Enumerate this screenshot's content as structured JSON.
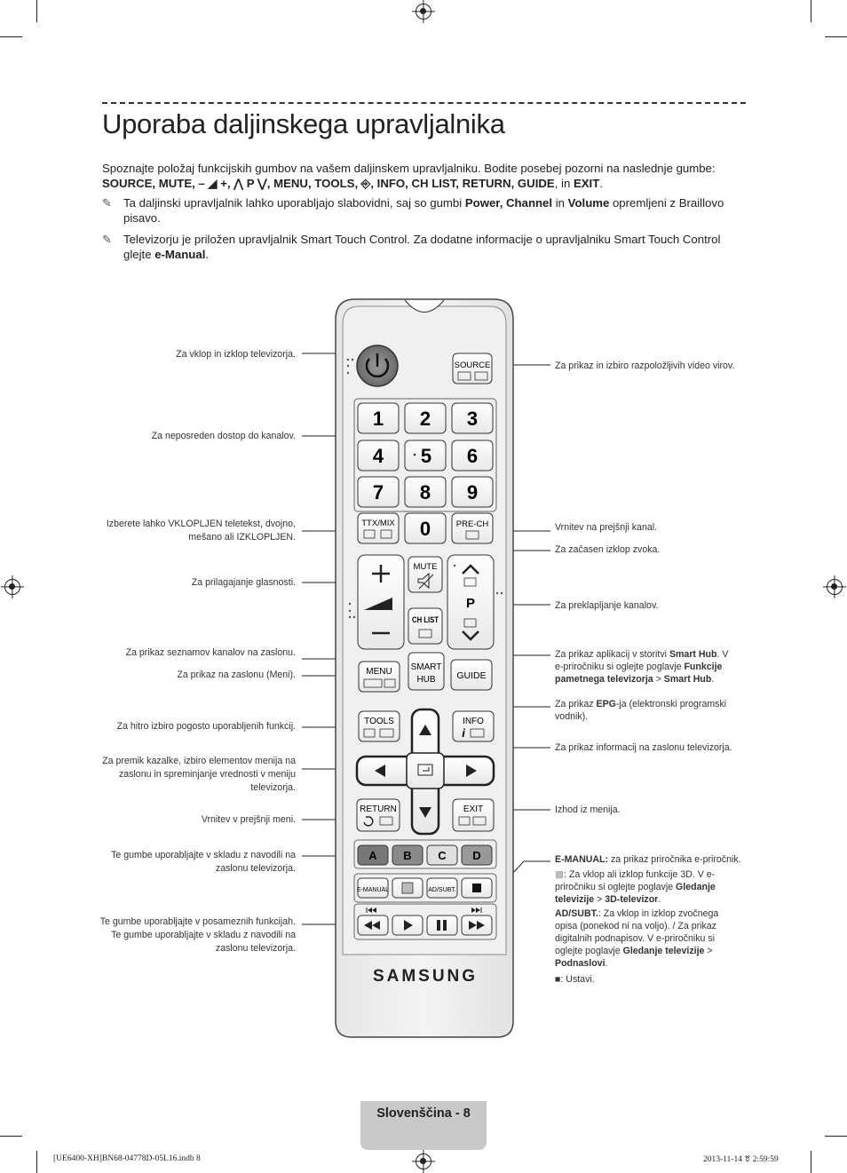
{
  "page": {
    "title": "Uporaba daljinskega upravljalnika",
    "intro": "Spoznajte položaj funkcijskih gumbov na vašem daljinskem upravljalniku. Bodite posebej pozorni na naslednje gumbe:",
    "intro_buttons": "SOURCE, MUTE, – ◢ +, ⋀ P ⋁, MENU, TOOLS, ⎆, INFO, CH LIST, RETURN, GUIDE",
    "intro_and": "in",
    "intro_exit": "EXIT",
    "notes": [
      {
        "a": "Ta daljinski upravljalnik lahko uporabljajo slabovidni, saj so gumbi ",
        "b": "Power, Channel",
        "c": " in ",
        "d": "Volume",
        "e": " opremljeni z Braillovo pisavo."
      },
      {
        "a": "Televizorju je priložen upravljalnik Smart Touch Control. Za dodatne informacije o upravljalniku Smart Touch Control glejte ",
        "b": "e-Manual",
        "c": "."
      }
    ]
  },
  "labels_left": [
    "Za vklop in izklop televizorja.",
    "Za neposreden dostop do kanalov.",
    "Izberete lahko VKLOPLJEN teletekst, dvojno, mešano ali IZKLOPLJEN.",
    "Za prilagajanje glasnosti.",
    "Za prikaz seznamov kanalov na zaslonu.",
    "Za prikaz na zaslonu (Meni).",
    "Za hitro izbiro pogosto uporabljenih funkcij.",
    "Za premik kazalke, izbiro elementov menija na zaslonu in spreminjanje vrednosti v meniju televizorja.",
    "Vrnitev v prejšnji meni.",
    "Te gumbe uporabljajte v skladu z navodili na zaslonu televizorja.",
    "Te gumbe uporabljajte v posameznih funkcijah. Te gumbe uporabljajte v skladu z navodili na zaslonu televizorja."
  ],
  "labels_right": {
    "source": "Za prikaz in izbiro razpoložljivih video virov.",
    "prech": "Vrnitev na prejšnji kanal.",
    "mute": "Za začasen izklop zvoka.",
    "channel": "Za preklapljanje kanalov.",
    "smarthub_a": "Za prikaz aplikacij v storitvi ",
    "smarthub_b": "Smart Hub",
    "smarthub_c": ". V e-priročniku si oglejte poglavje ",
    "smarthub_d": "Funkcije pametnega televizorja",
    "smarthub_e": " > ",
    "smarthub_f": "Smart Hub",
    "smarthub_g": ".",
    "guide_a": "Za prikaz ",
    "guide_b": "EPG",
    "guide_c": "-ja (elektronski programski vodnik).",
    "info": "Za prikaz informacij na zaslonu televizorja.",
    "exit": "Izhod iz menija.",
    "emanual_a": "E-MANUAL:",
    "emanual_b": " za prikaz priročnika e-priročnik.",
    "threed_a": ": Za vklop ali izklop funkcije 3D. V e-priročniku si oglejte poglavje ",
    "threed_b": "Gledanje televizije",
    "threed_c": " > ",
    "threed_d": "3D-televizor",
    "threed_e": ".",
    "adsubt_a": "AD/SUBT.",
    "adsubt_b": ": Za vklop in izklop zvočnega opisa (ponekod ni na voljo). / Za prikaz digitalnih podnapisov. V e-priročniku si oglejte poglavje ",
    "adsubt_c": "Gledanje televizije",
    "adsubt_d": " > ",
    "adsubt_e": "Podnaslovi",
    "adsubt_f": ".",
    "stop": ": Ustavi."
  },
  "remote": {
    "source": "SOURCE",
    "digits": [
      "1",
      "2",
      "3",
      "4",
      "5",
      "6",
      "7",
      "8",
      "9",
      "0"
    ],
    "ttx": "TTX/MIX",
    "prech": "PRE-CH",
    "mute": "MUTE",
    "chlist": "CH LIST",
    "p": "P",
    "menu": "MENU",
    "smart": "SMART",
    "hub": "HUB",
    "guide": "GUIDE",
    "tools": "TOOLS",
    "info": "INFO",
    "return": "RETURN",
    "exit": "EXIT",
    "colors": [
      "A",
      "B",
      "C",
      "D"
    ],
    "emanual": "E-MANUAL",
    "adsubt": "AD/SUBT.",
    "brand": "SAMSUNG"
  },
  "footer": {
    "page_label": "Slovenščina - 8",
    "slug_left": "[UE6400-XH]BN68-04778D-05L16.indb   8",
    "slug_right": "2013-11-14   ꔢ 2:59:59"
  }
}
